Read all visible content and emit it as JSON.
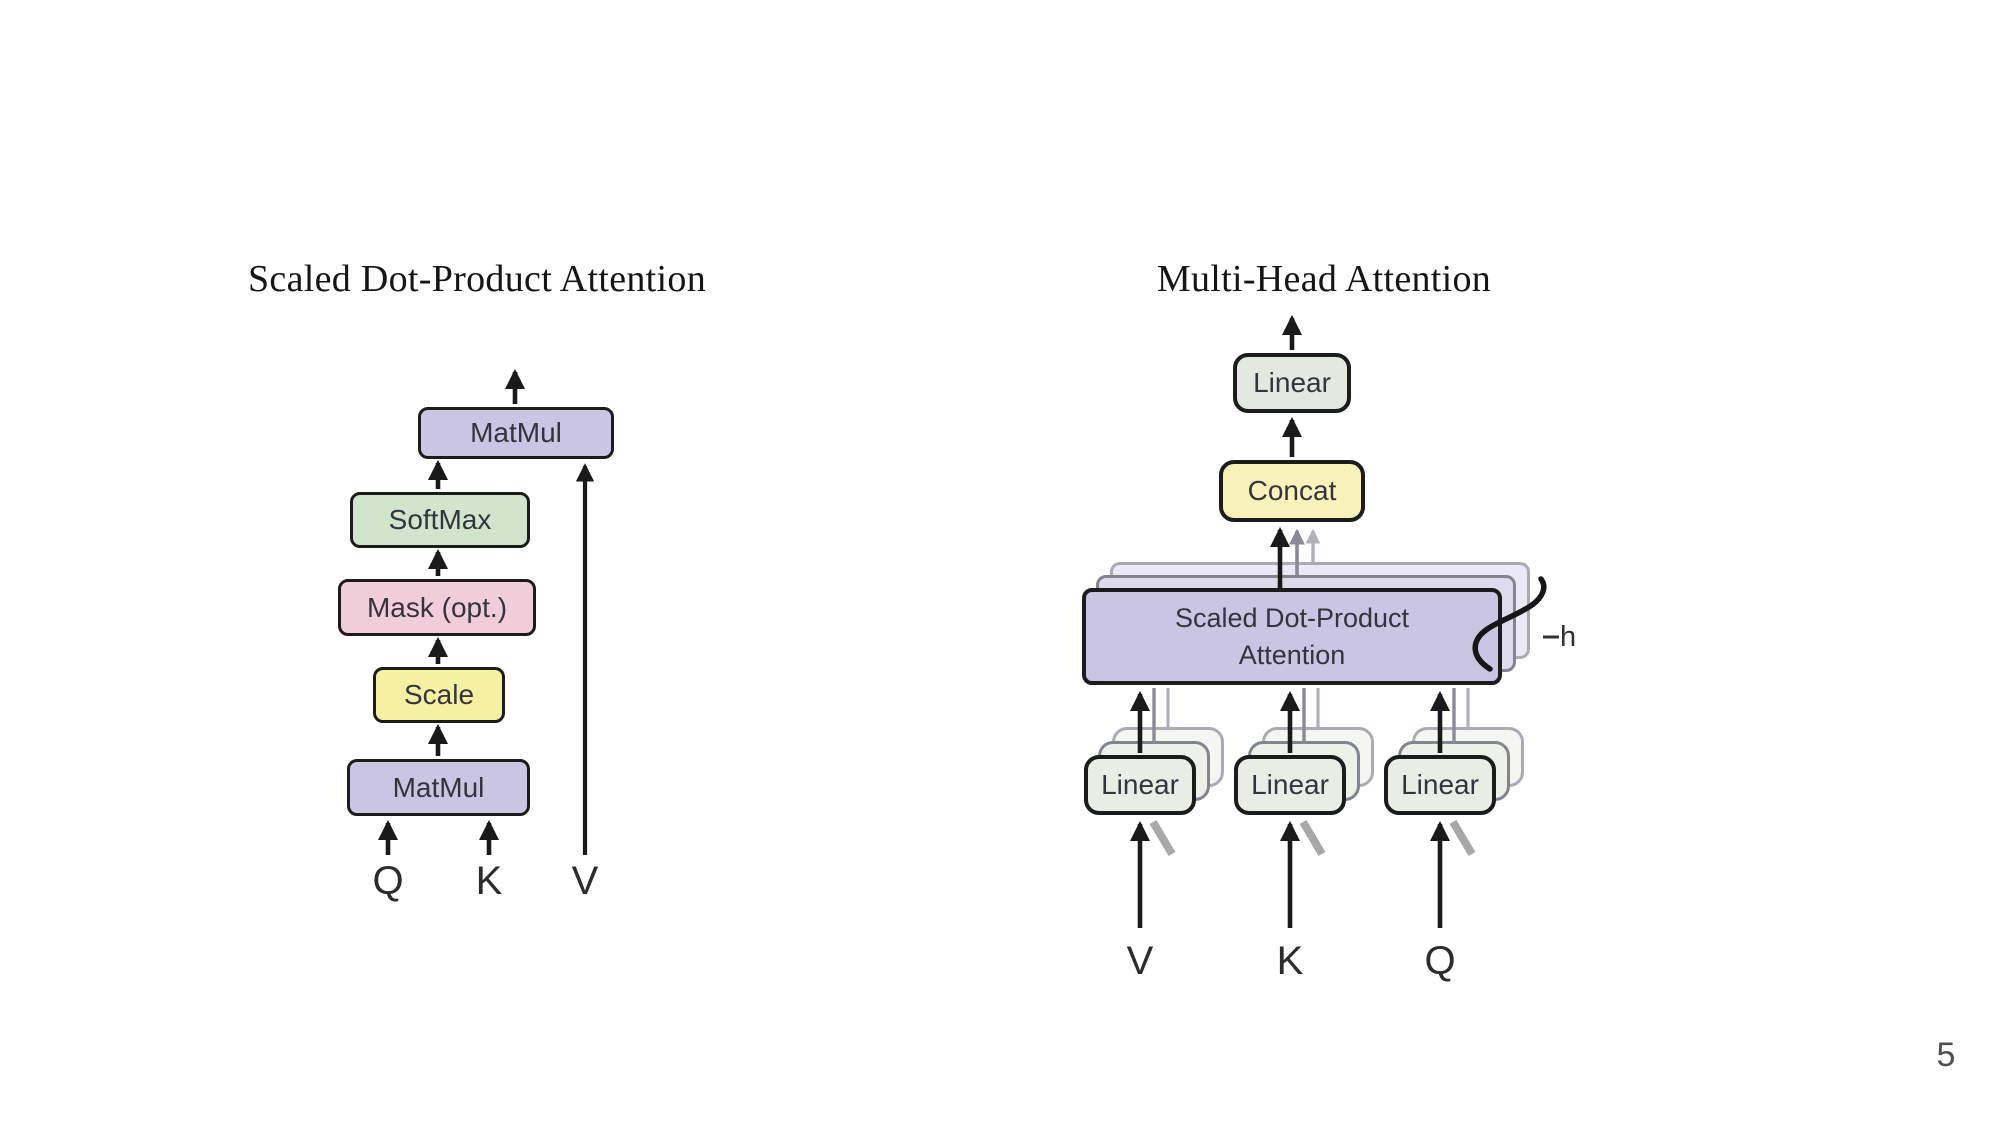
{
  "slide": {
    "page_number": "5"
  },
  "left_diagram": {
    "title": "Scaled Dot-Product Attention",
    "matmul_top_label": "MatMul",
    "softmax_label": "SoftMax",
    "mask_label": "Mask (opt.)",
    "scale_label": "Scale",
    "matmul_bottom_label": "MatMul",
    "input_q": "Q",
    "input_k": "K",
    "input_v": "V"
  },
  "right_diagram": {
    "title": "Multi-Head Attention",
    "linear_top_label": "Linear",
    "concat_label": "Concat",
    "sdpa_label_line1": "Scaled Dot-Product",
    "sdpa_label_line2": "Attention",
    "linear_v_label": "Linear",
    "linear_k_label": "Linear",
    "linear_q_label": "Linear",
    "heads_label": "h",
    "input_v": "V",
    "input_k": "K",
    "input_q": "Q"
  },
  "colors": {
    "box-purple": "#c9c5e2",
    "box-green": "#d1e5cd",
    "box-pink": "#f1ccd9",
    "box-yellow": "#f6f0a2",
    "box-yellow-light": "#f8f3bb",
    "box-gray": "#e9ede5",
    "box-gray-light": "#e3e8e1",
    "ghost-purple-1": "#dddaec",
    "ghost-purple-2": "#ebe9f5",
    "ghost-gray-1": "#eef0ea",
    "ghost-gray-2": "#f5f6f2",
    "border-dark": "#1c1c1c",
    "border-ghost-1": "#84848f",
    "border-ghost-2": "#abab b6",
    "text-dark": "#34343e",
    "arrow-black": "#1a1a1a",
    "arrow-gray-1": "#8a8a96",
    "arrow-gray-2": "#b1b1bc",
    "page-number-color": "#4f4f4f"
  }
}
